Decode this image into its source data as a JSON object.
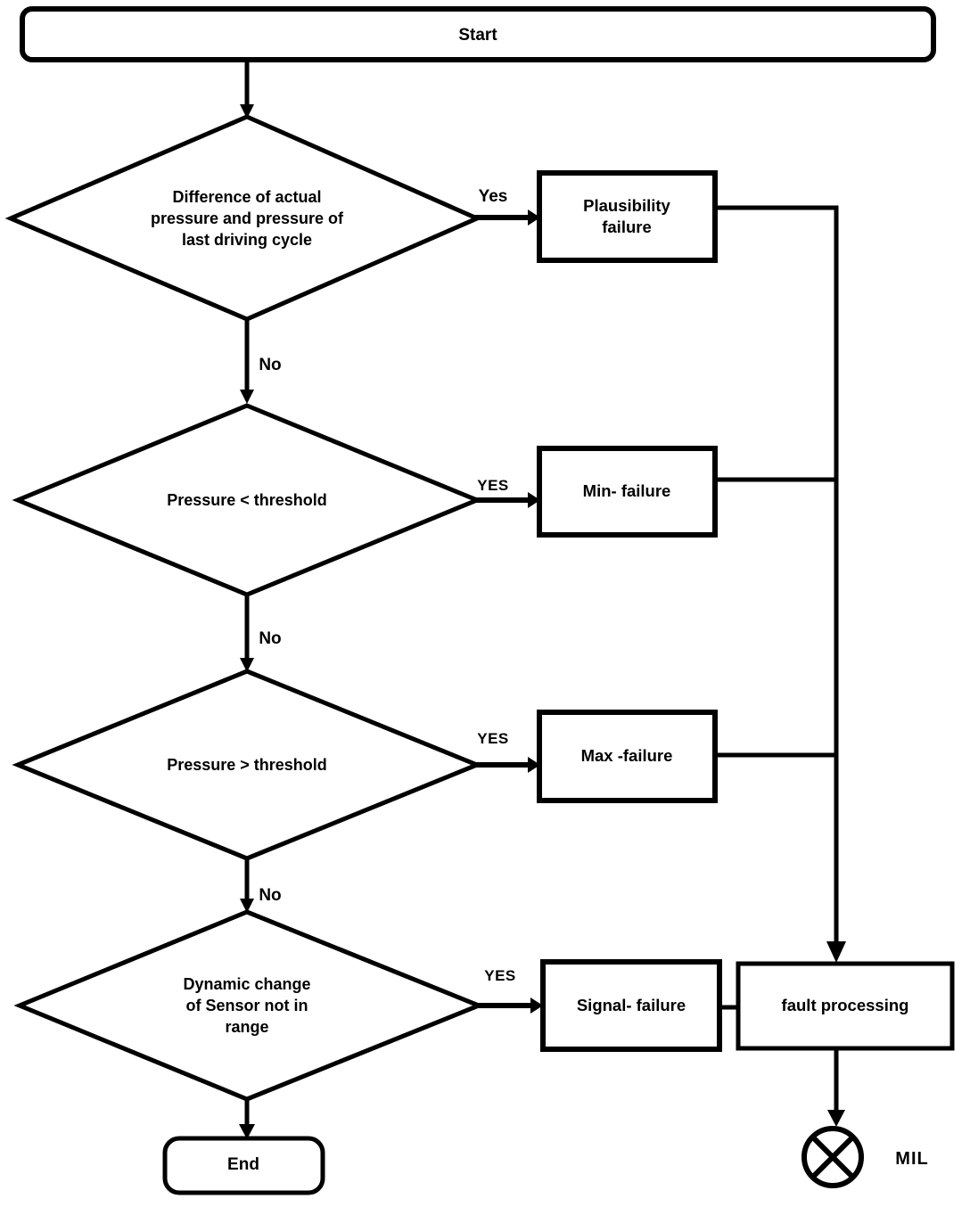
{
  "colors": {
    "ink": "#000000",
    "background": "#ffffff"
  },
  "nodes": {
    "start": {
      "label": "Start"
    },
    "d1": {
      "lines": [
        "Difference of  actual",
        "pressure and pressure of",
        "last driving cycle"
      ]
    },
    "p1": {
      "lines": [
        "Plausibility",
        "failure"
      ]
    },
    "d2": {
      "label": "Pressure < threshold"
    },
    "p2": {
      "label": "Min- failure"
    },
    "d3": {
      "label": "Pressure > threshold"
    },
    "p3": {
      "label": "Max -failure"
    },
    "d4": {
      "lines": [
        "Dynamic change",
        "of Sensor not in",
        "range"
      ]
    },
    "p4": {
      "label": "Signal- failure"
    },
    "p5": {
      "label": "fault processing"
    },
    "end": {
      "label": "End"
    },
    "mil": {
      "label": "MIL"
    }
  },
  "edges": {
    "d1_yes": "Yes",
    "d1_no": "No",
    "d2_yes": "YES",
    "d2_no": "No",
    "d3_yes": "YES",
    "d3_no": "No",
    "d4_yes": "YES"
  }
}
